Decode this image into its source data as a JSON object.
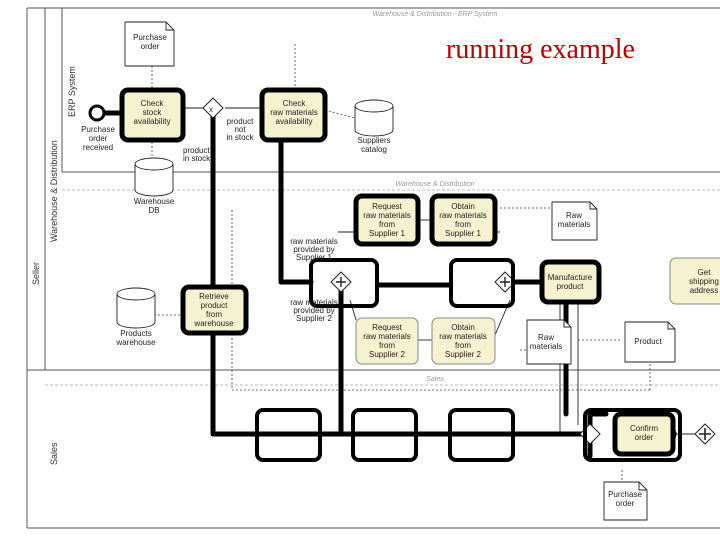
{
  "overlay_title": "running example",
  "pools": {
    "seller": "Seller",
    "sales": "Sales",
    "warehouse_distribution": "Warehouse & Distribution",
    "erp_system": "ERP System"
  },
  "sublane_titles": {
    "erp": "Warehouse & Distribution - ERP System",
    "warehouse": "Warehouse & Distribution",
    "sales": "Sales"
  },
  "tasks": {
    "check_stock": "Check stock availability",
    "check_raw": "Check raw materials availability",
    "request_s1": "Request raw materials from Supplier 1",
    "obtain_s1": "Obtain raw materials from Supplier 1",
    "request_s2": "Request raw materials from Supplier 2",
    "obtain_s2": "Obtain raw materials from Supplier 2",
    "retrieve": "Retrieve product from warehouse",
    "manufacture": "Manufacture product",
    "get_shipping": "Get shipping address",
    "confirm_order": "Confirm order"
  },
  "data_objects": {
    "purchase_order_top": "Purchase order",
    "raw_materials_1": "Raw materials",
    "raw_materials_2": "Raw materials",
    "product": "Product",
    "purchase_order_bottom": "Purchase order"
  },
  "data_stores": {
    "suppliers_catalog": "Suppliers catalog",
    "warehouse_db": "Warehouse DB",
    "products_warehouse": "Products warehouse"
  },
  "events": {
    "start": "Purchase order received"
  },
  "flow_labels": {
    "product_not_in_stock": "product not in stock",
    "product_in_stock": "product in stock",
    "provided_s1": "raw materials provided by Supplier 1",
    "provided_s2": "raw materials provided by Supplier 2"
  }
}
